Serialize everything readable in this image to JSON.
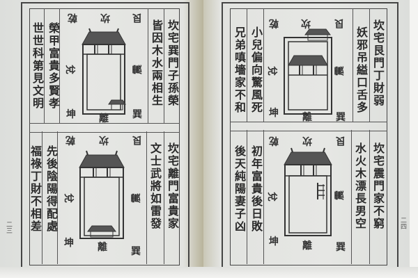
{
  "book": {
    "left_page": {
      "page_number": "二三",
      "diagrams": [
        {
          "position": "top",
          "title_column": "坎宅巽門子孫榮",
          "verse_columns_right": [
            "皆因木水兩相生"
          ],
          "verse_columns_left": [
            "榮甲富貴多賢孝",
            "世世科第見文明"
          ],
          "directions": {
            "top": [
              "乾",
              "坎",
              "艮"
            ],
            "left": "兌",
            "right": "震",
            "bottom": [
              "坤",
              "離",
              "巽"
            ]
          },
          "house": "main-hall-top-small-gate-bottom-right"
        },
        {
          "position": "bottom",
          "title_column": "坎宅離門富貴家",
          "verse_columns_right": [
            "文士武將如雷發"
          ],
          "verse_columns_left": [
            "先後陰陽得配處",
            "福祿丁財不相差"
          ],
          "directions": {
            "top": [
              "乾",
              "坎",
              "艮"
            ],
            "left": "兌",
            "right": "震",
            "bottom": [
              "坤",
              "離",
              "巽"
            ]
          },
          "house": "main-hall-top-gate-bottom-center"
        }
      ]
    },
    "right_page": {
      "page_number": "二四",
      "diagrams": [
        {
          "position": "top",
          "title_column": "坎宅艮門丁財弱",
          "verse_columns_right": [
            "妖邪吊縊口舌多"
          ],
          "verse_columns_left": [
            "小兒偏向驚風死",
            "兄弟嗔墻家不和"
          ],
          "directions": {
            "top": [
              "乾",
              "坎",
              "艮"
            ],
            "left": "兌",
            "right": "震",
            "bottom": [
              "坤",
              "離",
              "巽"
            ]
          },
          "house": "gate-top-right-hall-middle"
        },
        {
          "position": "bottom",
          "title_column": "坎宅震門家不窮",
          "verse_columns_right": [
            "水火木漂長男空"
          ],
          "verse_columns_left": [
            "初年富貴後日敗",
            "後天純陽妻子凶"
          ],
          "directions": {
            "top": [
              "乾",
              "坎",
              "艮"
            ],
            "left": "兌",
            "right": "震",
            "bottom": [
              "坤",
              "離",
              "巽"
            ]
          },
          "house": "main-hall-top-gate-right-side"
        }
      ]
    }
  },
  "colors": {
    "paper": "#e4e6e3",
    "ink": "#2a2a2a",
    "frame": "#444444"
  }
}
